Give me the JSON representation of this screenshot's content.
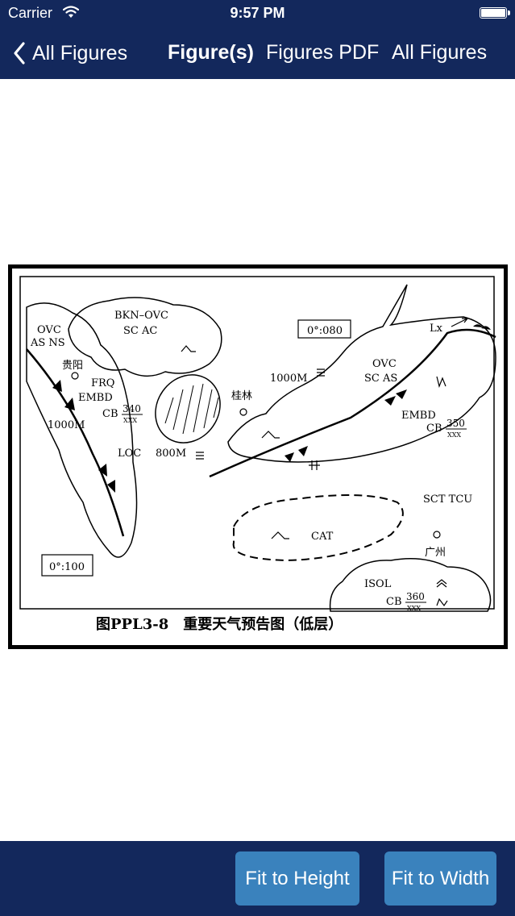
{
  "status_bar": {
    "carrier": "Carrier",
    "time": "9:57 PM",
    "battery_level": 1.0
  },
  "nav": {
    "back_label": "All Figures",
    "items": [
      {
        "label": "Figure(s)",
        "active": true
      },
      {
        "label": "Figures PDF",
        "active": false
      },
      {
        "label": "All Figures",
        "active": false
      }
    ]
  },
  "figure": {
    "caption": "图PPL3-8　重要天气预告图（低层）",
    "map_labels": {
      "ovc_as_ns_1": "OVC",
      "ovc_as_ns_2": "AS  NS",
      "guiyang": "贵阳",
      "frq": "FRQ",
      "embd_left": "EMBD",
      "cb_left": "CB",
      "cb_left_top": "340",
      "cb_left_bottom": "XXX",
      "alt_left": "1000M",
      "loc": "LOC",
      "alt_800": "800M",
      "bkn_ovc": "BKN–OVC",
      "sc_ac": "SC  AC",
      "freezing_level_top": "0°:080",
      "alt_center": "1000M",
      "guilin": "桂林",
      "lx": "Lx",
      "ovc_right": "OVC",
      "sc_as_right": "SC  AS",
      "embd_right": "EMBD",
      "cb_right": "CB",
      "cb_right_top": "350",
      "cb_right_bottom": "XXX",
      "sct_tcu": "SCT  TCU",
      "guangzhou": "广州",
      "cat": "CAT",
      "freezing_level_bottom": "0°:100",
      "isol": "ISOL",
      "cb_bottom": "CB",
      "cb_bottom_top": "360",
      "cb_bottom_bottom": "XXX"
    }
  },
  "toolbar": {
    "fit_height_label": "Fit to Height",
    "fit_width_label": "Fit to Width"
  },
  "colors": {
    "nav_background": "#13285c",
    "button_background": "#3a82bd",
    "text_on_dark": "#ffffff"
  },
  "icons": [
    "wifi-icon",
    "battery-icon",
    "back-chevron-icon"
  ]
}
